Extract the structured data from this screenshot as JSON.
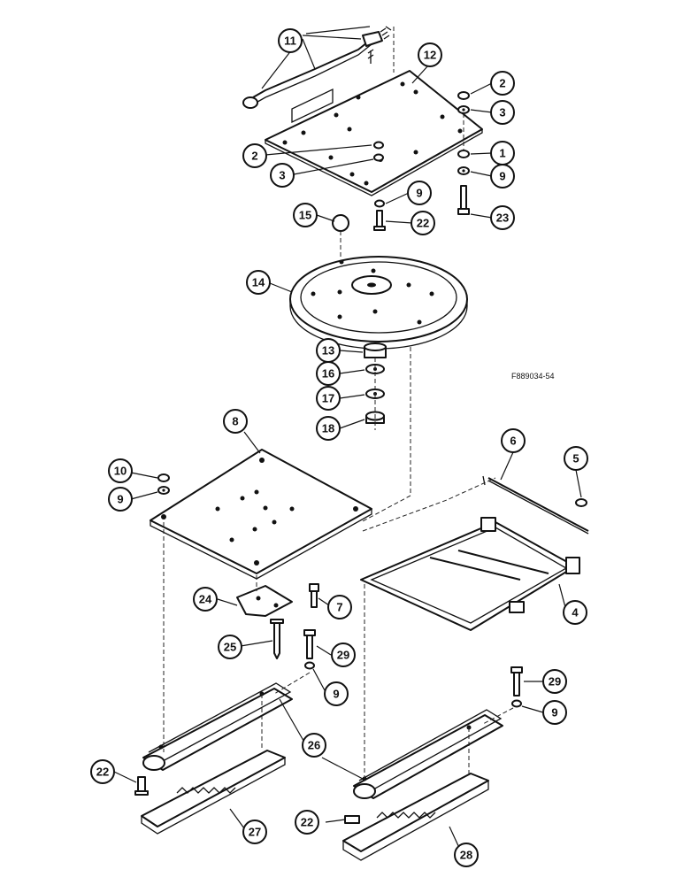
{
  "figure_code": "F889034-54",
  "callouts": [
    {
      "label": "11",
      "target": "seat-adjust-lever"
    },
    {
      "label": "12",
      "target": "top-mounting-plate"
    },
    {
      "label": "2",
      "target": "hardware"
    },
    {
      "label": "3",
      "target": "hardware"
    },
    {
      "label": "2",
      "target": "hardware"
    },
    {
      "label": "3",
      "target": "hardware"
    },
    {
      "label": "1",
      "target": "hardware"
    },
    {
      "label": "9",
      "target": "hardware"
    },
    {
      "label": "9",
      "target": "hardware"
    },
    {
      "label": "22",
      "target": "hardware"
    },
    {
      "label": "23",
      "target": "hardware"
    },
    {
      "label": "15",
      "target": "knob"
    },
    {
      "label": "14",
      "target": "swivel-disc"
    },
    {
      "label": "13",
      "target": "hardware"
    },
    {
      "label": "16",
      "target": "hardware"
    },
    {
      "label": "17",
      "target": "hardware"
    },
    {
      "label": "18",
      "target": "hardware"
    },
    {
      "label": "8",
      "target": "base-plate"
    },
    {
      "label": "10",
      "target": "hardware"
    },
    {
      "label": "9",
      "target": "hardware"
    },
    {
      "label": "6",
      "target": "rod"
    },
    {
      "label": "5",
      "target": "hardware"
    },
    {
      "label": "7",
      "target": "hardware"
    },
    {
      "label": "4",
      "target": "latch-frame"
    },
    {
      "label": "24",
      "target": "bracket"
    },
    {
      "label": "25",
      "target": "pin"
    },
    {
      "label": "29",
      "target": "hardware"
    },
    {
      "label": "9",
      "target": "hardware"
    },
    {
      "label": "29",
      "target": "hardware"
    },
    {
      "label": "9",
      "target": "hardware"
    },
    {
      "label": "26",
      "target": "slide-rail"
    },
    {
      "label": "22",
      "target": "hardware"
    },
    {
      "label": "27",
      "target": "rack-left"
    },
    {
      "label": "22",
      "target": "hardware"
    },
    {
      "label": "28",
      "target": "rack-right"
    }
  ]
}
